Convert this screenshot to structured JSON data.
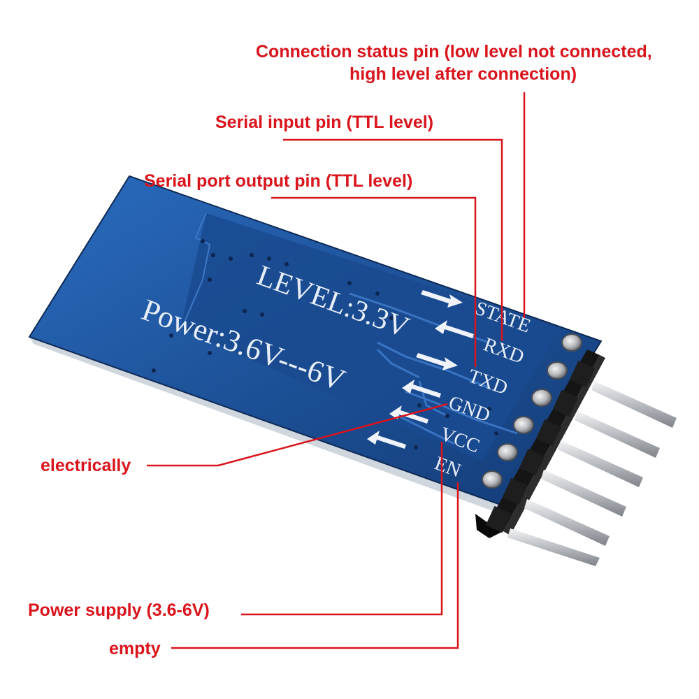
{
  "colors": {
    "callout": "#d9141c",
    "pcb": "#1c4f95",
    "pcb_dark": "#0f2f66",
    "silkscreen": "#e8eef8",
    "pin_metal": "#c9ccd0",
    "header_plastic": "#151515"
  },
  "callouts": {
    "state": {
      "line1": "Connection status pin (low level not connected,",
      "line2": "high level after connection)"
    },
    "rxd": "Serial input pin (TTL level)",
    "txd": "Serial port output pin (TTL level)",
    "gnd": "electrically",
    "vcc": "Power supply (3.6-6V)",
    "en": "empty"
  },
  "board": {
    "level_text": "LEVEL:3.3V",
    "power_text": "Power:3.6V---6V",
    "pins": [
      "STATE",
      "RXD",
      "TXD",
      "GND",
      "VCC",
      "EN"
    ]
  }
}
